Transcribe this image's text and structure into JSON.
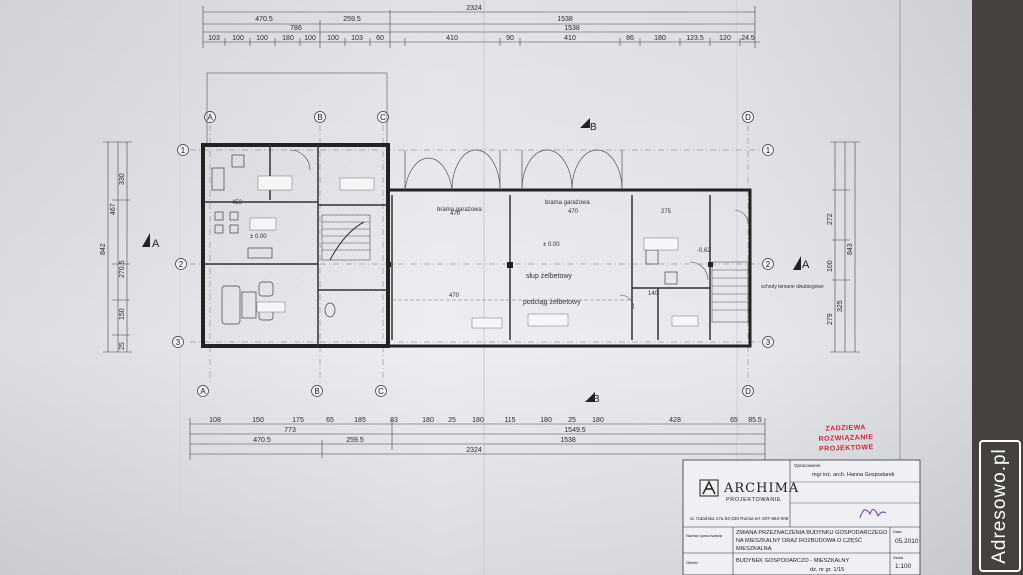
{
  "top_dimensions": {
    "overall": "2324",
    "row2": [
      "470.5",
      "259.5",
      "1538"
    ],
    "row3": [
      "786",
      "1538"
    ],
    "row4": [
      "103",
      "100",
      "100",
      "180",
      "100",
      "100",
      "103",
      "60",
      "410",
      "90",
      "410",
      "86",
      "180",
      "123.5",
      "120",
      "24.5"
    ]
  },
  "bottom_dimensions": {
    "row1": [
      "108",
      "150",
      "175",
      "65",
      "185",
      "83",
      "180",
      "25",
      "180",
      "115",
      "180",
      "25",
      "180",
      "428",
      "65",
      "85.5"
    ],
    "row2": [
      "773",
      "1549.5"
    ],
    "row3": [
      "470.5",
      "259.5",
      "1538"
    ],
    "overall": "2324"
  },
  "grid_axes": {
    "letters": [
      "A",
      "B",
      "C",
      "D"
    ],
    "numbers": [
      "1",
      "2",
      "3"
    ]
  },
  "section_marks": [
    "A",
    "A",
    "B",
    "B"
  ],
  "left_dimensions": [
    "467",
    "842",
    "330",
    "270.5",
    "150",
    "25"
  ],
  "right_dimensions": [
    "272",
    "100",
    "325",
    "279",
    "843"
  ],
  "room_labels": {
    "gate1": "brama garażowa",
    "gate2": "brama garażowa",
    "width_470": "470",
    "width_275": "275",
    "level": "± 0.00",
    "level_right": "-0.62",
    "column": "słup żelbetowy",
    "beam": "podciąg żelbetowy",
    "stairs": "schody łamane dwubiegowe",
    "width_470b": "470",
    "width_140": "140",
    "width_453": "453"
  },
  "stamp_text": [
    "ZADZIEWA",
    "ROZWIĄZANIE",
    "PROJEKTOWE"
  ],
  "title_block": {
    "company": "ARCHIMA",
    "company_sub": "PROJEKTOWANIE",
    "designer_label": "Opracowanie",
    "designer": "mgr inż. arch. Hanna Gospodarek",
    "address": "ul. Gdańska 17a  84-230 Rumia  tel. 607-664-006",
    "project_label": "Nazwa opracowania",
    "project_line1": "ZMIANA PRZEZNACZENIA BUDYNKU GOSPODARCZEGO",
    "project_line2": "NA MIESZKALNY ORAZ ROZBUDOWA O CZĘŚĆ",
    "project_line3": "MIESZKALNĄ",
    "date_label": "Data",
    "date": "05.2010",
    "object_label": "Obiekt",
    "object_line1": "BUDYNEK GOSPODARCZO - MIESZKALNY",
    "object_line2": "dz. nr gr. 1/15",
    "scale_label": "Skala",
    "scale": "1:100"
  },
  "watermark": "Adresowo.pl"
}
